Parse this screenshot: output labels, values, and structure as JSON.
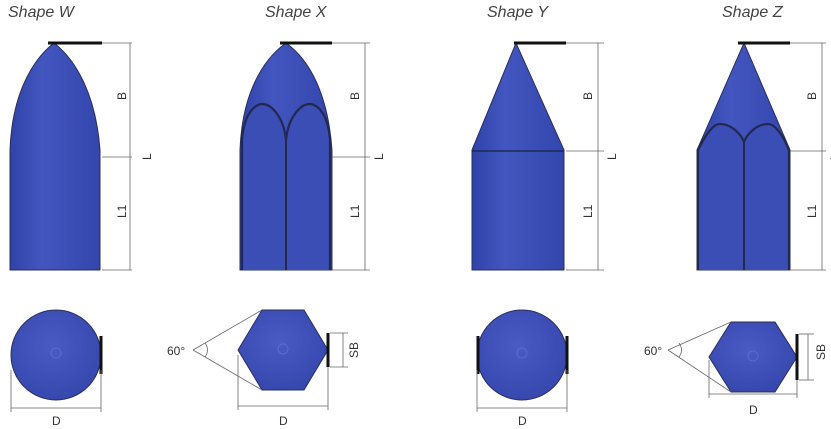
{
  "shapes": [
    {
      "id": "w",
      "title": "Shape W",
      "tip": "ogive",
      "cross_section": "round",
      "label_B": "B",
      "label_L1": "L1",
      "label_L": "L",
      "label_D": "D"
    },
    {
      "id": "x",
      "title": "Shape X",
      "tip": "ogive-fluted",
      "cross_section": "hexagonal",
      "label_B": "B",
      "label_L1": "L1",
      "label_L": "L",
      "label_D": "D",
      "label_SB": "SB",
      "label_angle": "60°"
    },
    {
      "id": "y",
      "title": "Shape Y",
      "tip": "conical",
      "cross_section": "round",
      "label_B": "B",
      "label_L1": "L1",
      "label_L": "L",
      "label_D": "D"
    },
    {
      "id": "z",
      "title": "Shape Z",
      "tip": "conical-fluted",
      "cross_section": "hexagonal",
      "label_B": "B",
      "label_L1": "L1",
      "label_L": "L",
      "label_D": "D",
      "label_SB": "SB",
      "label_angle": "60°"
    }
  ],
  "colors": {
    "body": "#3a4cb2",
    "body_dark": "#2e3e9a",
    "edge": "#2b2f55",
    "dim_line": "#666666"
  }
}
